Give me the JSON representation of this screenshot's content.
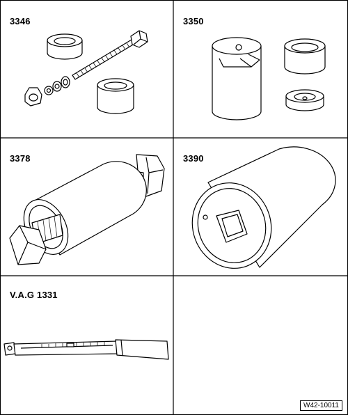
{
  "tools": [
    {
      "number": "3346",
      "icon": "puller-set-icon"
    },
    {
      "number": "3350",
      "icon": "sleeve-set-icon"
    },
    {
      "number": "3378",
      "icon": "bolt-sleeve-icon"
    },
    {
      "number": "3390",
      "icon": "socket-sleeve-icon"
    },
    {
      "number": "V.A.G 1331",
      "icon": "torque-wrench-icon"
    },
    {
      "number": "",
      "icon": ""
    }
  ],
  "figure_ref": "W42-10011"
}
